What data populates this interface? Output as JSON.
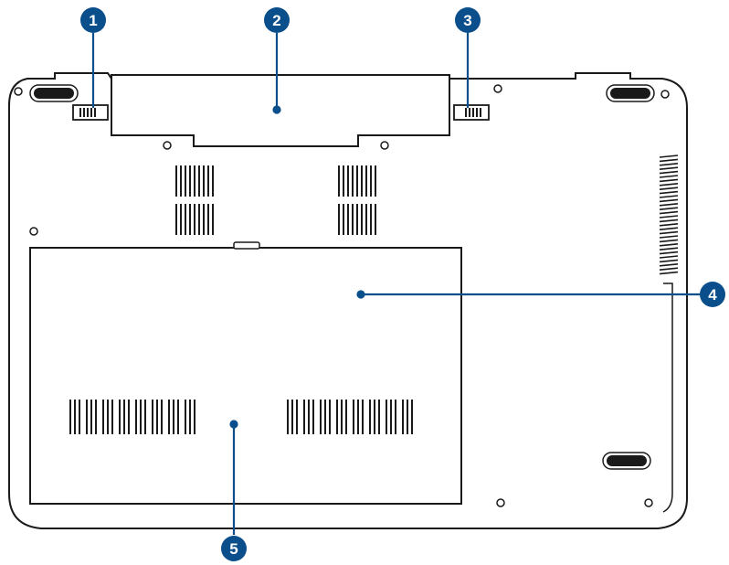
{
  "colors": {
    "callout": "#0a4f8c",
    "outline": "#1a1a1a",
    "body_fill": "#ffffff"
  },
  "callouts": [
    {
      "id": 1,
      "label": "1"
    },
    {
      "id": 2,
      "label": "2"
    },
    {
      "id": 3,
      "label": "3"
    },
    {
      "id": 4,
      "label": "4"
    },
    {
      "id": 5,
      "label": "5"
    }
  ]
}
